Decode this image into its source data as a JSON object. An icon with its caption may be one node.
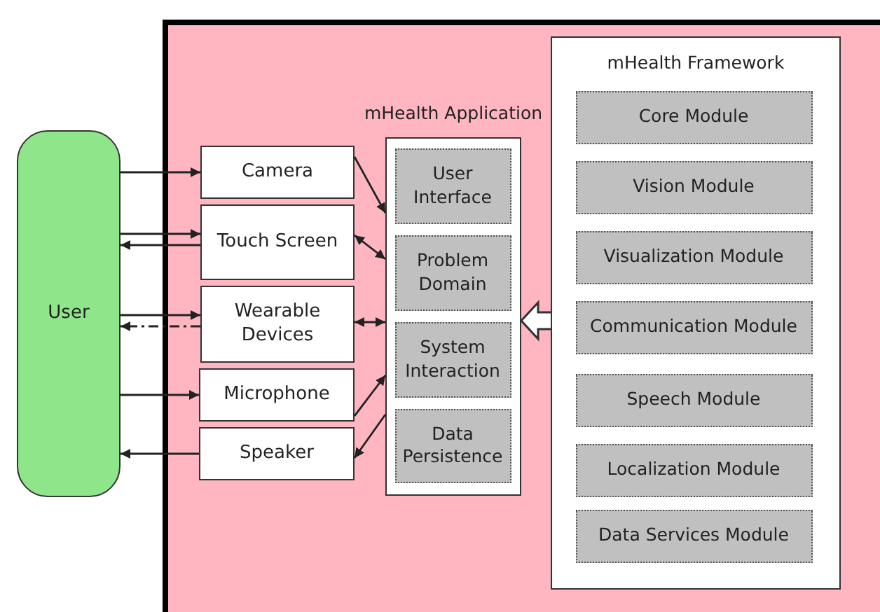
{
  "diagram": {
    "nodes": [
      {
        "text": [],
        "shape": "box"
      },
      {
        "text": [
          "User"
        ]
      },
      {
        "text": [
          "Camera"
        ],
        "in": 0
      },
      {
        "text": [
          "Touch Screen"
        ],
        "in": 0
      },
      {
        "text": [
          "Wearable Devices"
        ],
        "in": 0
      },
      {
        "text": [
          "Microphone"
        ],
        "in": 0
      },
      {
        "text": [
          "Speaker"
        ],
        "in": 0
      },
      {
        "text": [
          "mHealth Application"
        ],
        "in": 0
      },
      {
        "text": [
          "User Interface"
        ],
        "in": 7
      },
      {
        "text": [
          "Problem Domain"
        ],
        "in": 7
      },
      {
        "text": [
          "System Interaction"
        ],
        "in": 7
      },
      {
        "text": [
          "Data Persistence"
        ],
        "in": 7
      },
      {
        "text": [
          "mHealth Framework"
        ],
        "in": 0
      },
      {
        "text": [
          "Core Module"
        ],
        "in": 12
      },
      {
        "text": [
          "Vision Module"
        ],
        "in": 12
      },
      {
        "text": [
          "Visualization Module"
        ],
        "in": 12
      },
      {
        "text": [
          "Communication Module"
        ],
        "in": 12
      },
      {
        "text": [
          "Speech Module"
        ],
        "in": 12
      },
      {
        "text": [
          "Localization Module"
        ],
        "in": 12
      },
      {
        "text": [
          "Data Services Module"
        ],
        "in": 12
      }
    ],
    "edges": [
      {
        "from": 1,
        "to": 2,
        "arrow": "to"
      },
      {
        "from": 1,
        "to": 3,
        "arrow": "to"
      },
      {
        "from": 3,
        "to": 1,
        "arrow": "to"
      },
      {
        "from": 1,
        "to": 4,
        "arrow": "to"
      },
      {
        "from": 4,
        "to": 1,
        "arrow": "to",
        "style": "dashed"
      },
      {
        "from": 1,
        "to": 5,
        "arrow": "to"
      },
      {
        "from": 6,
        "to": 1,
        "arrow": "to"
      },
      {
        "from": 2,
        "to": 7,
        "arrow": "to"
      },
      {
        "from": 3,
        "to": 7,
        "arrow": "both"
      },
      {
        "from": 4,
        "to": 7,
        "arrow": "both"
      },
      {
        "from": 5,
        "to": 7,
        "arrow": "to"
      },
      {
        "from": 7,
        "to": 6,
        "arrow": "to"
      },
      {
        "from": 12,
        "to": 7,
        "arrow": "to",
        "style": "thick"
      }
    ]
  }
}
